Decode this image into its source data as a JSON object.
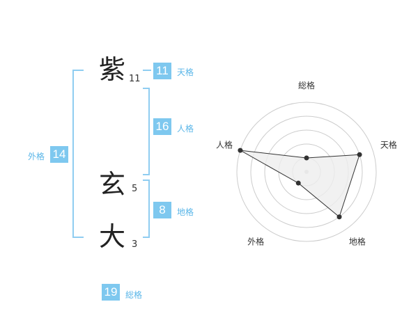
{
  "name": {
    "chars": [
      {
        "char": "紫",
        "strokes": "11"
      },
      {
        "char": "玄",
        "strokes": "5"
      },
      {
        "char": "大",
        "strokes": "3"
      }
    ]
  },
  "fortune": {
    "tenkaku": {
      "value": "11",
      "label": "天格"
    },
    "jinkaku": {
      "value": "16",
      "label": "人格"
    },
    "chikaku": {
      "value": "8",
      "label": "地格"
    },
    "gaikaku": {
      "value": "14",
      "label": "外格"
    },
    "soukaku": {
      "value": "19",
      "label": "総格"
    }
  },
  "chart_data": {
    "type": "radar",
    "axes": [
      "総格",
      "天格",
      "地格",
      "外格",
      "人格"
    ],
    "values": [
      1,
      4,
      4,
      1,
      5
    ],
    "max": 5,
    "rings": 5,
    "colors": {
      "fill": "#eeeeee",
      "stroke": "#333333",
      "ring": "#cccccc",
      "point": "#333333"
    }
  },
  "colors": {
    "accent": "#7ec8ef",
    "label": "#5ab6e8",
    "bracket": "#8fcdf1"
  }
}
